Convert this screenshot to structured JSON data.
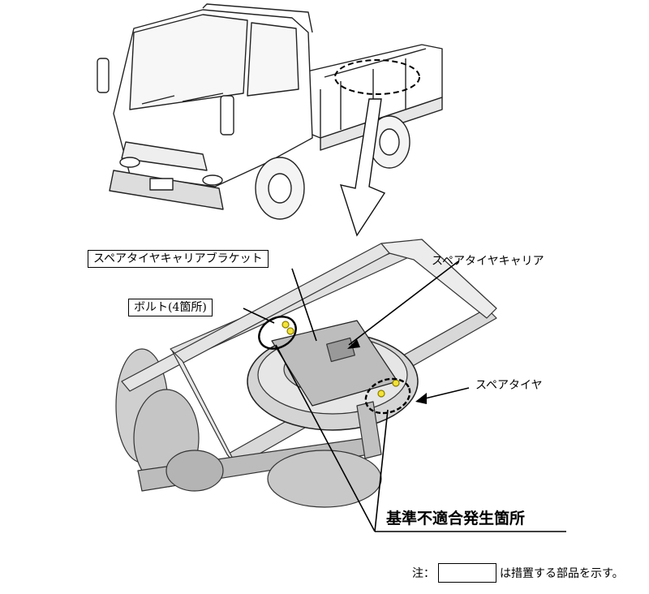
{
  "labels": {
    "bracket": "スペアタイヤキャリアブラケット",
    "bolt": "ボルト(4箇所)",
    "carrier": "スペアタイヤキャリア",
    "tire": "スペアタイヤ",
    "defect": "基準不適合発生箇所"
  },
  "note": {
    "prefix": "注：",
    "suffix": "は措置する部品を示す。"
  },
  "colors": {
    "line": "#1a1a1a",
    "highlight": "#f2e23a",
    "shade": "#bdbdbd"
  }
}
